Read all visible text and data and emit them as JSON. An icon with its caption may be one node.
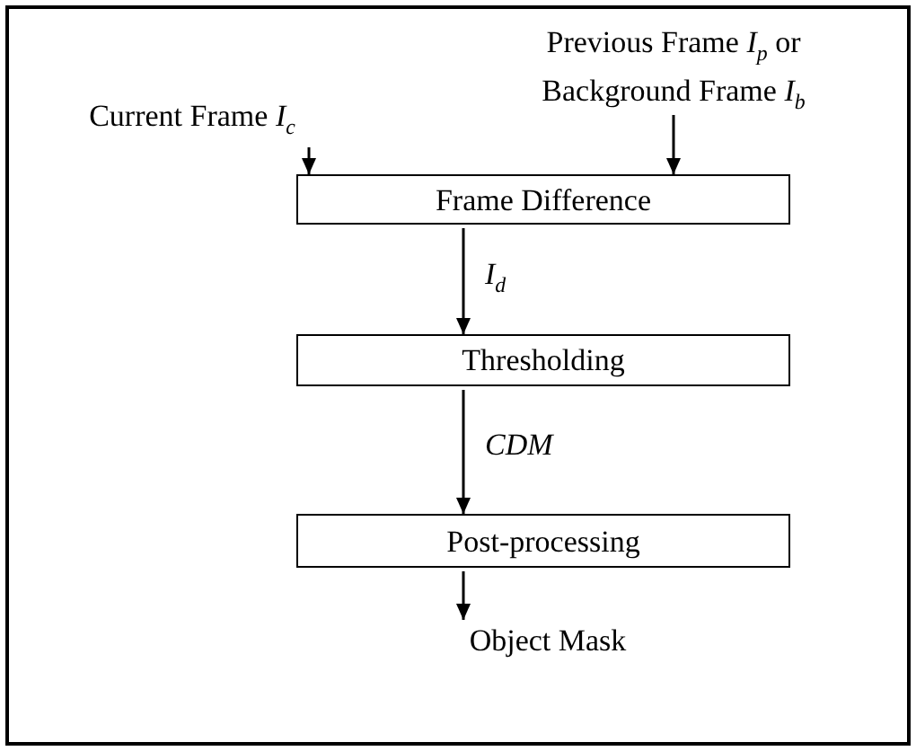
{
  "diagram": {
    "nodes": [
      {
        "text": [
          "Current Frame *I*$_{c}$"
        ]
      },
      {
        "text": [
          "Previous Frame *I*$_{p}$ or Background Frame *I*$_{b}$"
        ]
      },
      {
        "text": [
          "Frame Difference"
        ]
      },
      {
        "text": [
          "Thresholding"
        ]
      },
      {
        "text": [
          "Post-processing"
        ]
      },
      {
        "text": [
          "Object Mask"
        ]
      }
    ],
    "edges": [
      {
        "from": 0,
        "to": 2,
        "arrow": "to"
      },
      {
        "from": 1,
        "to": 2,
        "arrow": "to"
      },
      {
        "from": 2,
        "to": 3,
        "arrow": "to",
        "label": "I$_{d}$"
      },
      {
        "from": 3,
        "to": 4,
        "arrow": "to",
        "label": "CDM"
      },
      {
        "from": 4,
        "to": 5,
        "arrow": "to"
      }
    ]
  }
}
